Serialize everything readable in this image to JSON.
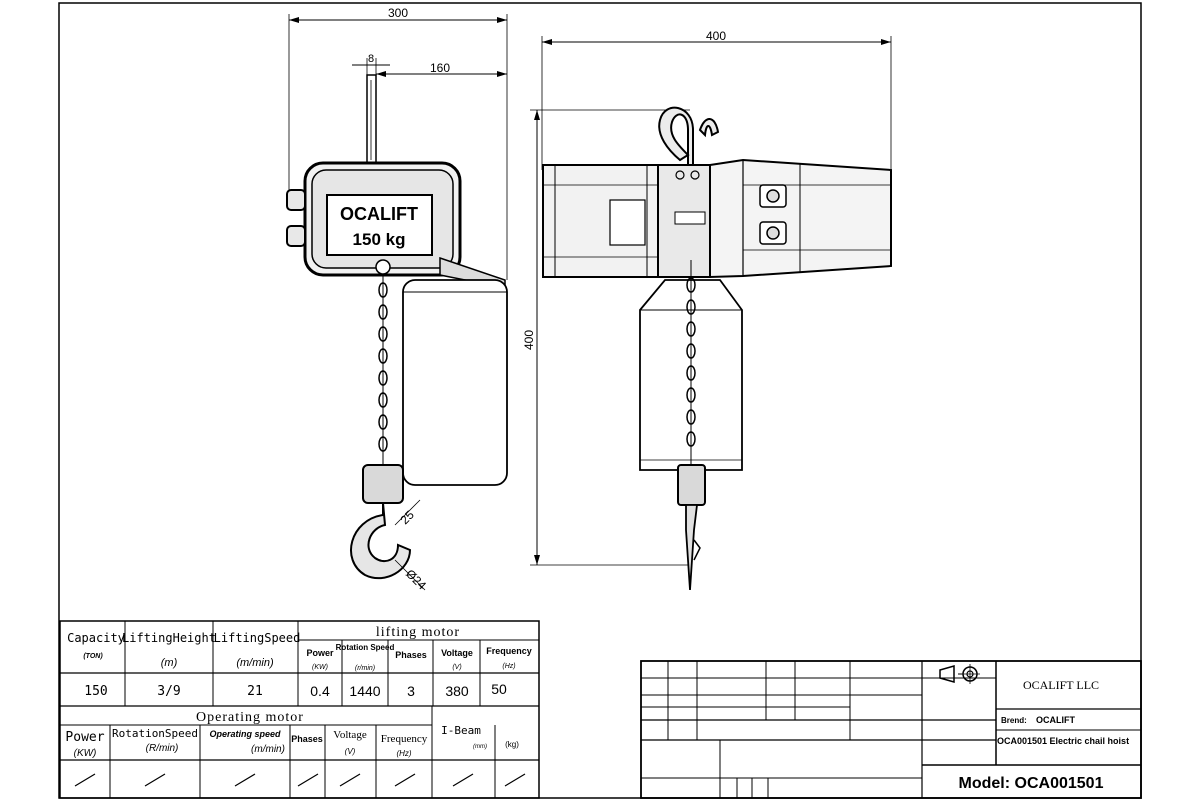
{
  "drawing": {
    "front_view": {
      "brand_plate": "OCALIFT",
      "capacity_plate": "150 kg",
      "dim_width": "300",
      "dim_chain_offset": "160",
      "dim_small": "8",
      "dim_hook_opening": "25",
      "dim_hook_throat": "Ø24"
    },
    "side_view": {
      "dim_length": "400",
      "dim_height": "400"
    }
  },
  "spec_table": {
    "lifting_motor_group": "lifting motor",
    "operating_motor_group": "Operating motor",
    "headers": {
      "capacity": "Capacity",
      "capacity_unit": "(TON)",
      "lifting_height": "LiftingHeight",
      "lifting_height_unit": "(m)",
      "lifting_speed": "LiftingSpeed",
      "lifting_speed_unit": "(m/min)",
      "power": "Power",
      "power_unit": "(KW)",
      "rotation_speed": "Rotation Speed",
      "rotation_speed_unit": "(r/min)",
      "phases": "Phases",
      "voltage": "Voltage",
      "voltage_unit": "(V)",
      "frequency": "Frequency",
      "frequency_unit": "(Hz)"
    },
    "values": {
      "capacity": "150",
      "lifting_height": "3/9",
      "lifting_speed": "21",
      "power": "0.4",
      "rotation_speed": "1440",
      "phases": "3",
      "voltage": "380",
      "frequency": "50"
    },
    "operating_headers": {
      "power": "Power",
      "power_unit": "(KW)",
      "rotation_speed": "RotationSpeed",
      "rotation_speed_unit": "(R/min)",
      "operating_speed": "Operating speed",
      "operating_speed_unit": "(m/min)",
      "phases": "Phases",
      "voltage": "Voltage",
      "voltage_unit": "(V)",
      "frequency": "Frequency",
      "frequency_unit": "(Hz)",
      "ibeam": "I-Beam",
      "ibeam_unit": "(mm)",
      "weight_unit": "(kg)"
    }
  },
  "title_block": {
    "company": "OCALIFT LLC",
    "brand_label": "Brend:",
    "brand_value": "OCALIFT",
    "description": "OCA001501 Electric chail hoist",
    "model": "Model: OCA001501"
  }
}
